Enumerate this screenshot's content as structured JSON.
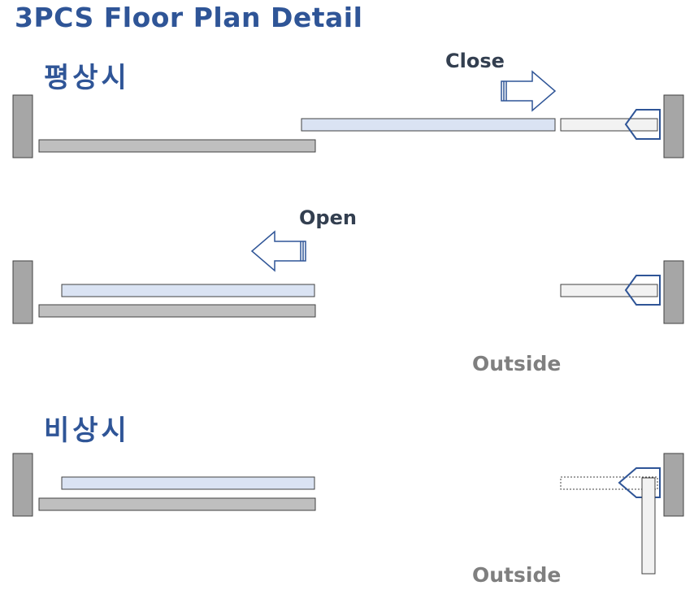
{
  "title": "3PCS Floor Plan Detail",
  "sections": {
    "normal_label": "평상시",
    "emergency_label": "비상시"
  },
  "actions": {
    "close_label": "Close",
    "open_label": "Open"
  },
  "outside_labels": {
    "middle": "Outside",
    "bottom": "Outside"
  },
  "colors": {
    "title": "#2f5597",
    "wall": "#a6a6a6",
    "fixed_panel": "#bfbfbf",
    "sliding_panel": "#dae3f3",
    "end_panel": "#f2f2f2",
    "arrow_stroke": "#2f5597",
    "outside_text": "#7f7f7f"
  }
}
